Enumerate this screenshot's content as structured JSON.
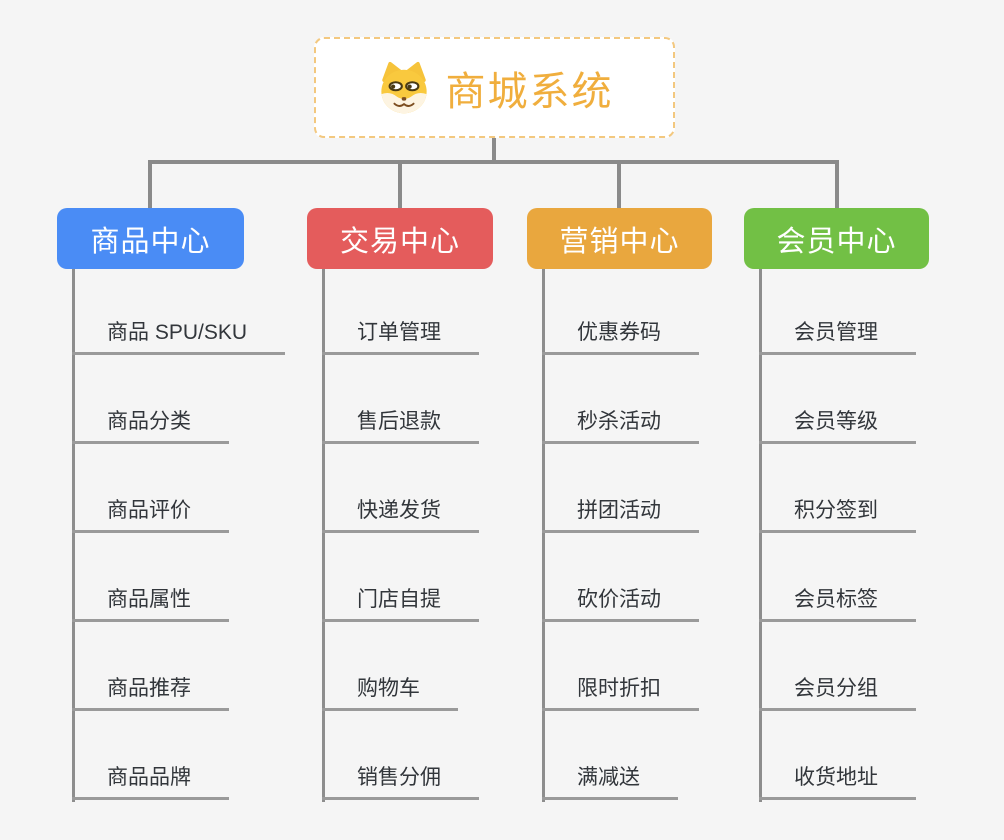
{
  "root": {
    "title": "商城系统",
    "icon": "shiba-dog-icon",
    "title_color": "#f0ae3d",
    "border_color": "#f3c87f"
  },
  "palette": {
    "background": "#f5f5f5",
    "connector_gray": "#8a8a8a",
    "leaf_underline_gray": "#9a9a9a",
    "leaf_text": "#32363b"
  },
  "branches": [
    {
      "label": "商品中心",
      "color": "#4a8cf5",
      "items": [
        "商品 SPU/SKU",
        "商品分类",
        "商品评价",
        "商品属性",
        "商品推荐",
        "商品品牌"
      ]
    },
    {
      "label": "交易中心",
      "color": "#e45c5c",
      "items": [
        "订单管理",
        "售后退款",
        "快递发货",
        "门店自提",
        "购物车",
        "销售分佣"
      ]
    },
    {
      "label": "营销中心",
      "color": "#e9a73e",
      "items": [
        "优惠券码",
        "秒杀活动",
        "拼团活动",
        "砍价活动",
        "限时折扣",
        "满减送"
      ]
    },
    {
      "label": "会员中心",
      "color": "#72c045",
      "items": [
        "会员管理",
        "会员等级",
        "积分签到",
        "会员标签",
        "会员分组",
        "收货地址"
      ]
    }
  ]
}
